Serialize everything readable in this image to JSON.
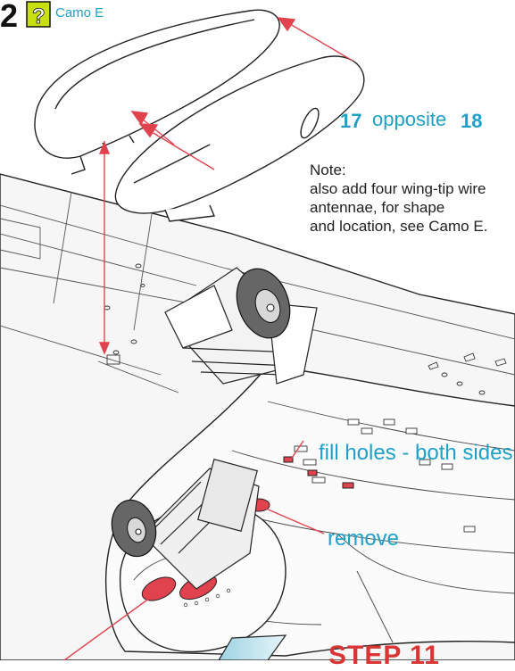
{
  "badge": {
    "number": "2",
    "symbol": "?",
    "camo": "Camo E"
  },
  "callouts": {
    "part_a": "17",
    "opposite": "opposite",
    "part_b": "18",
    "fill_holes": "fill holes - both sides",
    "remove": "remove"
  },
  "note": {
    "title": "Note:",
    "lines": [
      "also add four wing-tip wire",
      "antennae, for shape",
      "and location, see Camo E."
    ]
  },
  "step": "STEP 11",
  "colors": {
    "accent_cyan": "#1ea0c8",
    "arrow_red": "#e0434e",
    "badge_yellow": "#c8e010",
    "step_red": "#d93535"
  }
}
